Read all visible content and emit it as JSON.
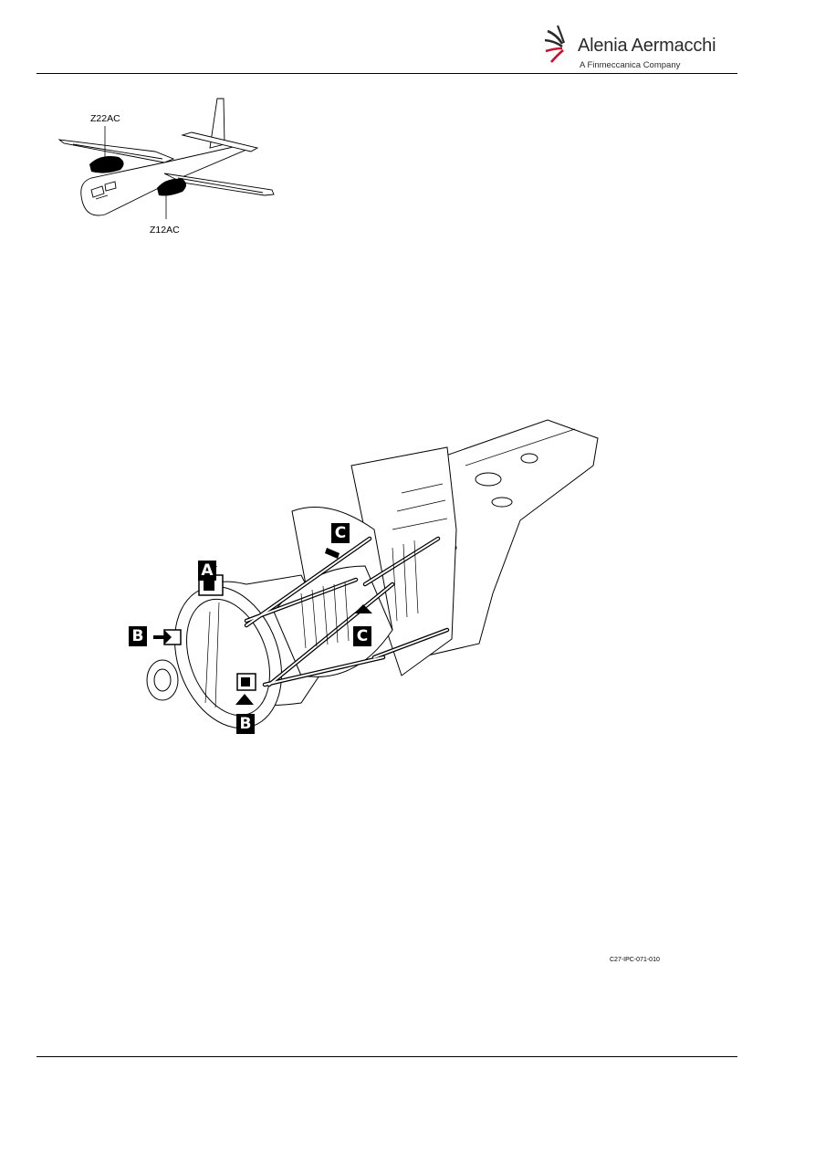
{
  "header": {
    "logo_name": "Alenia Aermacchi",
    "logo_tagline": "A Finmeccanica Company",
    "logo_icon": "propeller-swoosh-icon",
    "accent_color": "#c8102e"
  },
  "locator": {
    "zone_upper": "Z22AC",
    "zone_lower": "Z12AC"
  },
  "callouts": {
    "a": "A",
    "b_left": "B",
    "b_bottom": "B",
    "c_top": "C",
    "c_right": "C"
  },
  "figure": {
    "id": "C27-IPC-071-010"
  }
}
